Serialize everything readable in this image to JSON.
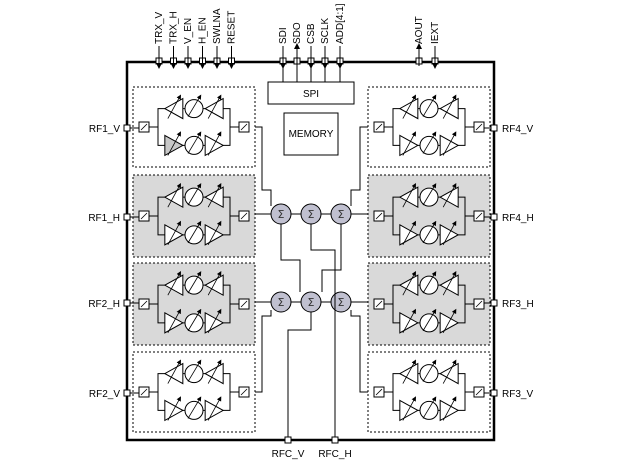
{
  "top_pins_left": [
    "TRX_V",
    "TRX_H",
    "V_EN",
    "H_EN",
    "SWLNA",
    "RESET"
  ],
  "top_pins_mid": [
    "SDI",
    "SDO",
    "CSB",
    "SCLK",
    "ADD[4:1]"
  ],
  "top_pins_right": [
    "AOUT",
    "IEXT"
  ],
  "left_ports": [
    "RF1_V",
    "RF1_H",
    "RF2_H",
    "RF2_V"
  ],
  "right_ports": [
    "RF4_V",
    "RF4_H",
    "RF3_H",
    "RF3_V"
  ],
  "bottom_ports": [
    "RFC_V",
    "RFC_H"
  ],
  "spi_label": "SPI",
  "memory_label": "MEMORY",
  "summer_symbol": "Σ",
  "colors": {
    "line": "#000000",
    "shaded": "#d9d9d9",
    "amp_fill": "#c8c8c8",
    "summer_fill": "#c0c0d0"
  }
}
